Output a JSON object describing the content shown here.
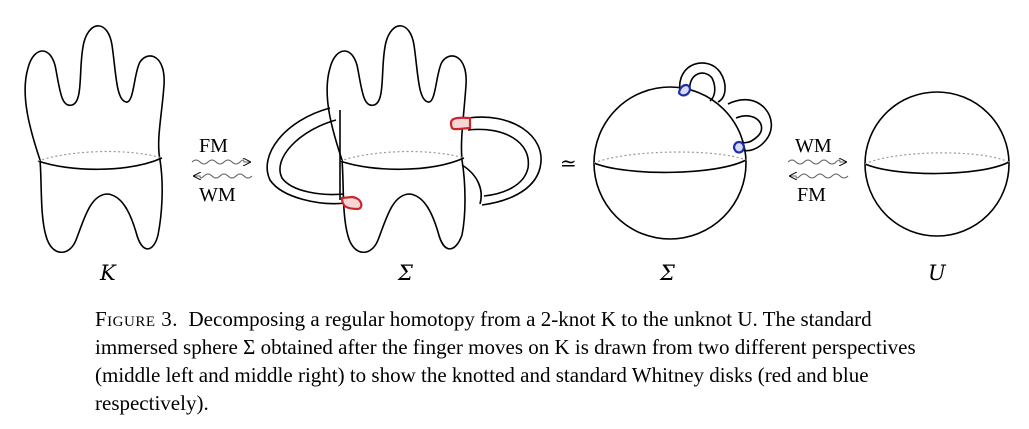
{
  "figure": {
    "labels": {
      "k": "K",
      "sigma_left": "Σ",
      "sigma_right": "Σ",
      "u": "U",
      "homeo": "≃"
    },
    "arrows": [
      {
        "top": "FM",
        "bottom": "WM"
      },
      {
        "top": "WM",
        "bottom": "FM"
      }
    ],
    "colors": {
      "knotted_disk": "#c8282a",
      "standard_disk": "#1d2fa8",
      "equator_dotted": "#9a9a9a"
    }
  },
  "caption": {
    "label": "Figure 3.",
    "text": "Decomposing a regular homotopy from a 2-knot K to the unknot U. The standard immersed sphere Σ obtained after the finger moves on K is drawn from two different perspectives (middle left and middle right) to show the knotted and standard Whitney disks (red and blue respectively)."
  }
}
